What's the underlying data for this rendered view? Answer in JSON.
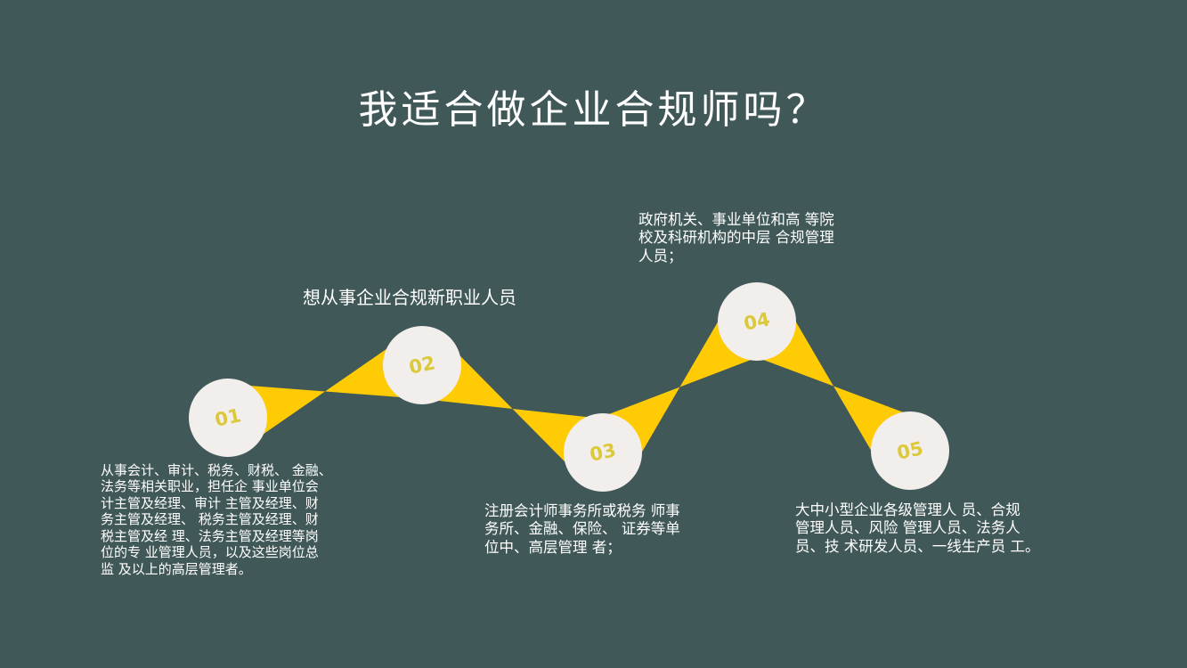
{
  "slide": {
    "title": "我适合做企业合规师吗？",
    "colors": {
      "background": "#415858",
      "accent": "#ffcb05",
      "circle": "#f2eeeb",
      "label": "#dcc93a",
      "text": "#ffffff"
    }
  },
  "steps": [
    {
      "number": "01",
      "lines": [
        "从事会计、审计、税务、财税、 金融、",
        "法务等相关职业，担任企 事业单位会",
        "计主管及经理、审计 主管及经理、财",
        "务主管及经理、 税务主管及经理、财",
        "税主管及经 理、法务主管及经理等岗",
        "位的专 业管理人员，以及这些岗位总",
        "监 及以上的高层管理者。"
      ]
    },
    {
      "number": "02",
      "lines": [
        "想从事企业合规新职业人员"
      ]
    },
    {
      "number": "03",
      "lines": [
        "注册会计师事务所或税务 师事",
        "务所、金融、保险、 证券等单",
        "位中、高层管理 者；"
      ]
    },
    {
      "number": "04",
      "lines": [
        "政府机关、事业单位和高 等院",
        "校及科研机构的中层 合规管理",
        "人员；"
      ]
    },
    {
      "number": "05",
      "lines": [
        "大中小型企业各级管理人 员、合规",
        "管理人员、风险 管理人员、法务人",
        "员、技 术研发人员、一线生产员 工。"
      ]
    }
  ]
}
